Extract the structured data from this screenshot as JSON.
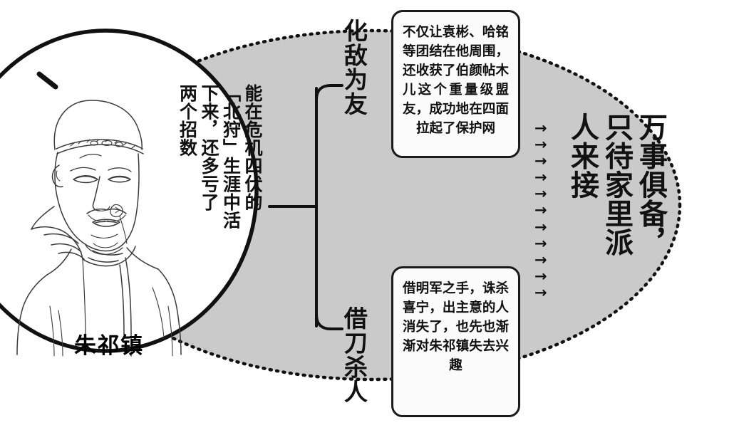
{
  "diagram": {
    "subject_name": "朱祁镇",
    "caption_main": "能在危机四伏的\n「北狩」生涯中活\n下来，还多亏了\n两个招数",
    "conclusion": "万事俱备，\n只待家里派\n人来接",
    "branches": [
      {
        "label": "化敌为友",
        "note": "不仅让袁彬、哈铭等团结在他周围，还收获了伯颜帖木儿这个重量级盟友，成功地在四面拉起了保护网"
      },
      {
        "label": "借刀杀人",
        "note": "借明军之手，诛杀喜宁，出主意的人消失了，也先也渐渐对朱祁镇失去兴趣"
      }
    ],
    "arrows": {
      "glyph": "→",
      "count": 11
    },
    "colors": {
      "ellipse_fill": "#cacaca",
      "ellipse_border": "#111111",
      "note_border": "#1a1a1a",
      "note_fill": "#fbfbfb",
      "text": "#111111",
      "page_background": "#ffffff"
    }
  }
}
